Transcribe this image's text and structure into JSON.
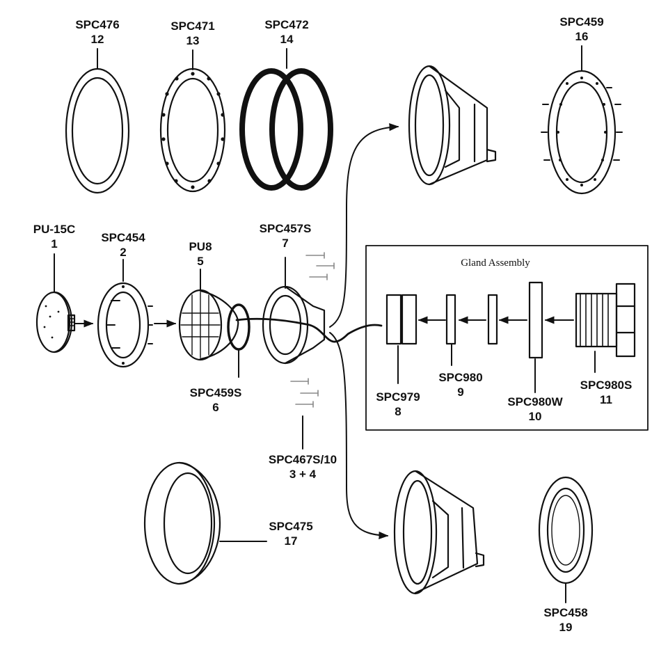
{
  "gland_assembly_title": "Gland Assembly",
  "parts": [
    {
      "key": "spc476",
      "code": "SPC476",
      "number": "12"
    },
    {
      "key": "spc471",
      "code": "SPC471",
      "number": "13"
    },
    {
      "key": "spc472",
      "code": "SPC472",
      "number": "14"
    },
    {
      "key": "spc459",
      "code": "SPC459",
      "number": "16"
    },
    {
      "key": "pu15c",
      "code": "PU-15C",
      "number": "1"
    },
    {
      "key": "spc454",
      "code": "SPC454",
      "number": "2"
    },
    {
      "key": "pu8",
      "code": "PU8",
      "number": "5"
    },
    {
      "key": "spc457s",
      "code": "SPC457S",
      "number": "7"
    },
    {
      "key": "spc459s",
      "code": "SPC459S",
      "number": "6"
    },
    {
      "key": "spc467s10",
      "code": "SPC467S/10",
      "number": "3 + 4"
    },
    {
      "key": "spc979",
      "code": "SPC979",
      "number": "8"
    },
    {
      "key": "spc980",
      "code": "SPC980",
      "number": "9"
    },
    {
      "key": "spc980w",
      "code": "SPC980W",
      "number": "10"
    },
    {
      "key": "spc980s",
      "code": "SPC980S",
      "number": "11"
    },
    {
      "key": "spc475",
      "code": "SPC475",
      "number": "17"
    },
    {
      "key": "spc458",
      "code": "SPC458",
      "number": "19"
    }
  ],
  "colors": {
    "ink": "#111111",
    "paper": "#ffffff",
    "screw": "#888888"
  }
}
